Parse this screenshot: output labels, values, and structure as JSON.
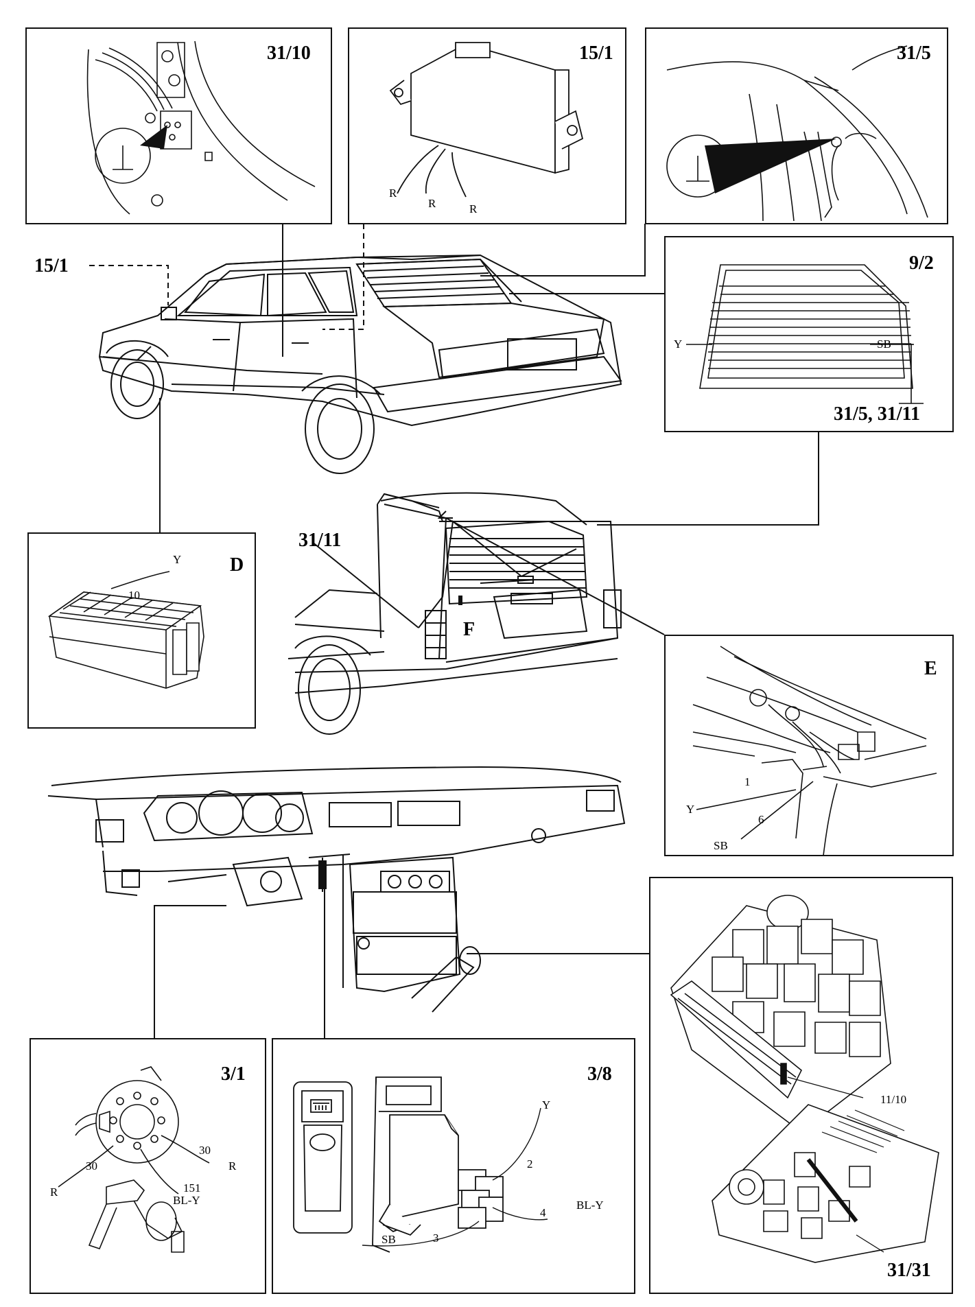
{
  "panels": {
    "p31_10": {
      "title": "31/10"
    },
    "p15_1": {
      "title": "15/1",
      "wires": [
        "R",
        "R",
        "R"
      ]
    },
    "p31_5": {
      "title": "31/5"
    },
    "p9_2": {
      "title": "9/2",
      "left_wire": "Y",
      "right_wire": "SB",
      "ground_ref": "31/5, 31/11"
    },
    "pD": {
      "title": "D",
      "wire": "Y",
      "pin": "10"
    },
    "pE": {
      "title": "E",
      "pin1": "1",
      "wire1": "Y",
      "pin2": "6",
      "wire2": "SB"
    },
    "p3_1": {
      "title": "3/1",
      "pin_a": "30",
      "wire_a": "R",
      "pin_b": "30",
      "wire_b": "R",
      "pin_c": "151",
      "wire_c": "BL-Y"
    },
    "p3_8": {
      "title": "3/8",
      "wire_y": "Y",
      "pin_2": "2",
      "pin_4": "4",
      "wire_bly": "BL-Y",
      "wire_sb": "SB",
      "pin_3": "3"
    },
    "p31_31": {
      "title": "31/31",
      "fuse_label": "11/10"
    }
  },
  "car_labels": {
    "ref_15_1": "15/1",
    "ref_31_11": "31/11",
    "view_F": "F"
  },
  "ground_symbol": "⊥"
}
